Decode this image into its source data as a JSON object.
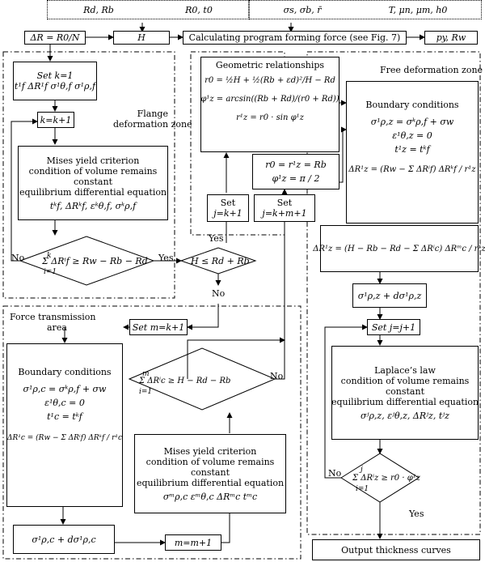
{
  "inputs": {
    "rd_rb": "Rd, Rb",
    "r0_t0": "R0, t0",
    "sigma": "σs, σb, r̄",
    "props": "T, μn, μm, h0"
  },
  "top_row": {
    "delta_r": "ΔR = R0/N",
    "h": "H",
    "calc": "Calculating program forming force (see Fig. 7)",
    "py_rw": "py, Rw"
  },
  "zones": {
    "flange": [
      "Flange",
      "deformation zone"
    ],
    "free": "Free deformation zone",
    "force": [
      "Force transmission",
      "area"
    ]
  },
  "flange": {
    "set_k": "Set k=1",
    "init": "t¹f   ΔR¹f   σ¹θ,f   σ¹ρ,f",
    "k_inc": "k=k+1",
    "mises": [
      "Mises yield criterion",
      "condition of volume remains",
      "constant",
      "equilibrium differential equation"
    ],
    "mises_vars": "tᵏf,  ΔRᵏf,  εᵏθ,f,  σᵏρ,f",
    "cond": "Σ ΔRⁱf ≥ Rw − Rb − Rd",
    "cond_sum_top": "k",
    "cond_sum_bot": "i=1"
  },
  "geometric": {
    "title": "Geometric relationships",
    "eq1": "r0 = ½H + ½(Rb + εd)²/H − Rd",
    "eq2": "φ¹z = arcsin((Rb + Rd)/(r0 + Rd))",
    "eq3": "r¹z = r0 · sin φ¹z",
    "alt1": "r0 = r¹z = Rb",
    "alt2": "φ¹z = π / 2"
  },
  "sets": {
    "set_j": [
      "Set",
      "j=k+1"
    ],
    "set_jkm": [
      "Set",
      "j=k+m+1"
    ],
    "set_m": "Set m=k+1",
    "set_jj": "Set j=j+1",
    "m_inc": "m=m+1"
  },
  "h_cond": "H ≤ Rd + Rb",
  "boundary_free": {
    "title": "Boundary conditions",
    "l1": "σ¹ρ,z = σᵏρ,f + σw",
    "l2": "ε¹θ,z = 0",
    "l3": "t¹z = tᵏf",
    "l4": "ΔR¹z = (Rw − Σ ΔRⁱf) ΔRᵏf / r¹z"
  },
  "delta_rz": "ΔR¹z = (H − Rb − Rd − Σ ΔRⁱc) ΔRᵐc / r¹z",
  "sigma_inc_z": "σ¹ρ,z + dσ¹ρ,z",
  "laplace": {
    "lines": [
      "Laplace’s law",
      "condition of volume remains",
      "constant",
      "equilibrium differential equation"
    ],
    "vars": "σʲρ,z, εʲθ,z, ΔRʲz, tʲz"
  },
  "free_cond": "Σ ΔRⁱz ≥ r0 · φ¹z",
  "free_cond_top": "j",
  "free_cond_bot": "i=1",
  "boundary_force": {
    "title": "Boundary conditions",
    "l1": "σ¹ρ,c = σᵏρ,f + σw",
    "l2": "ε¹θ,c = 0",
    "l3": "t¹c = tᵏf",
    "l4": "ΔR¹c = (Rw − Σ ΔRⁱf) ΔRᵏf / r¹c"
  },
  "force_cond": "Σ ΔRⁱc ≥ H − Rd − Rb",
  "force_cond_top": "m",
  "force_cond_bot": "i=1",
  "mises_force": {
    "lines": [
      "Mises yield criterion",
      "condition of volume remains",
      "constant",
      "equilibrium differential equation"
    ],
    "vars": "σᵐρ,c   εᵐθ,c   ΔRᵐc   tᵐc"
  },
  "sigma_inc_c": "σ¹ρ,c + dσ¹ρ,c",
  "output": "Output thickness curves",
  "branch": {
    "no": "No",
    "yes": "Yes"
  }
}
